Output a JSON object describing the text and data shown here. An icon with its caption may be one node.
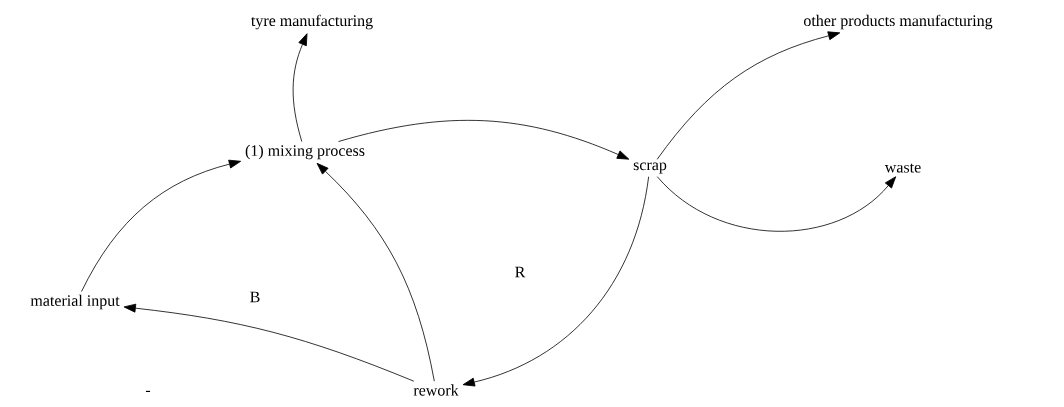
{
  "diagram": {
    "nodes": [
      {
        "text": [
          "tyre manufacturing"
        ]
      },
      {
        "text": [
          "other products manufacturing"
        ]
      },
      {
        "text": [
          "(1) mixing process"
        ]
      },
      {
        "text": [
          "scrap"
        ]
      },
      {
        "text": [
          "waste"
        ]
      },
      {
        "text": [
          "material input"
        ]
      },
      {
        "text": [
          "rework"
        ]
      }
    ],
    "edges": [
      {
        "from": 2,
        "to": 0,
        "arrow": "to"
      },
      {
        "from": 2,
        "to": 3,
        "arrow": "to"
      },
      {
        "from": 3,
        "to": 1,
        "arrow": "to"
      },
      {
        "from": 3,
        "to": 4,
        "arrow": "to"
      },
      {
        "from": 3,
        "to": 6,
        "arrow": "to"
      },
      {
        "from": 6,
        "to": 2,
        "arrow": "to"
      },
      {
        "from": 6,
        "to": 5,
        "arrow": "to",
        "label": "-"
      },
      {
        "from": 5,
        "to": 2,
        "arrow": "to"
      }
    ],
    "labels": [
      "R",
      "B"
    ]
  }
}
